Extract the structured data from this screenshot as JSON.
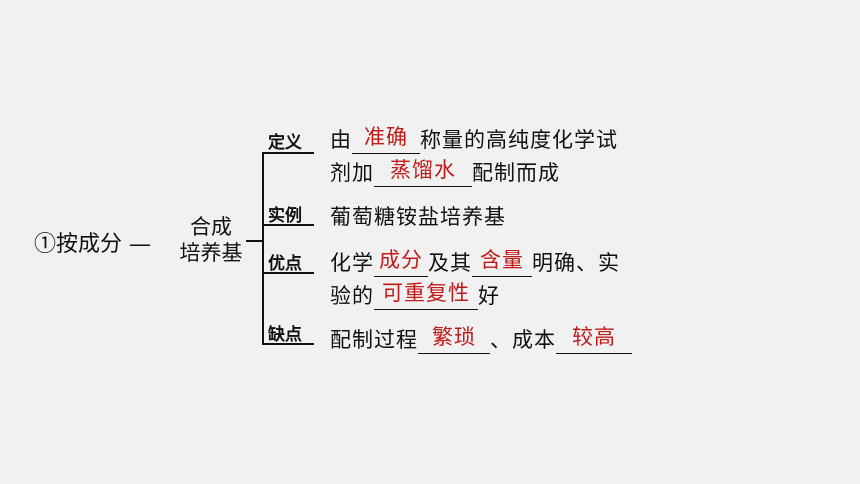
{
  "root": {
    "label": "①按成分 —"
  },
  "node": {
    "line1": "合成",
    "line2": "培养基"
  },
  "categories": [
    {
      "name": "定义",
      "lines": [
        {
          "before": "由",
          "answer": "准确",
          "after": "称量的高纯度化学试"
        },
        {
          "before": "剂加",
          "answer": "蒸馏水",
          "after": "配制而成"
        }
      ]
    },
    {
      "name": "实例",
      "text": "葡萄糖铵盐培养基"
    },
    {
      "name": "优点",
      "line1": {
        "before": "化学",
        "answer1": "成分",
        "middle": "及其",
        "answer2": "含量",
        "after": "明确、实"
      },
      "line2": {
        "before": "验的",
        "answer": "可重复性",
        "after": "好"
      }
    },
    {
      "name": "缺点",
      "line1": {
        "before": "配制过程",
        "answer1": "繁琐",
        "middle": "、成本",
        "answer2": "较高"
      }
    }
  ],
  "colors": {
    "answer": "#c11a1a",
    "background": "#f1f1f1",
    "text": "#111111"
  }
}
